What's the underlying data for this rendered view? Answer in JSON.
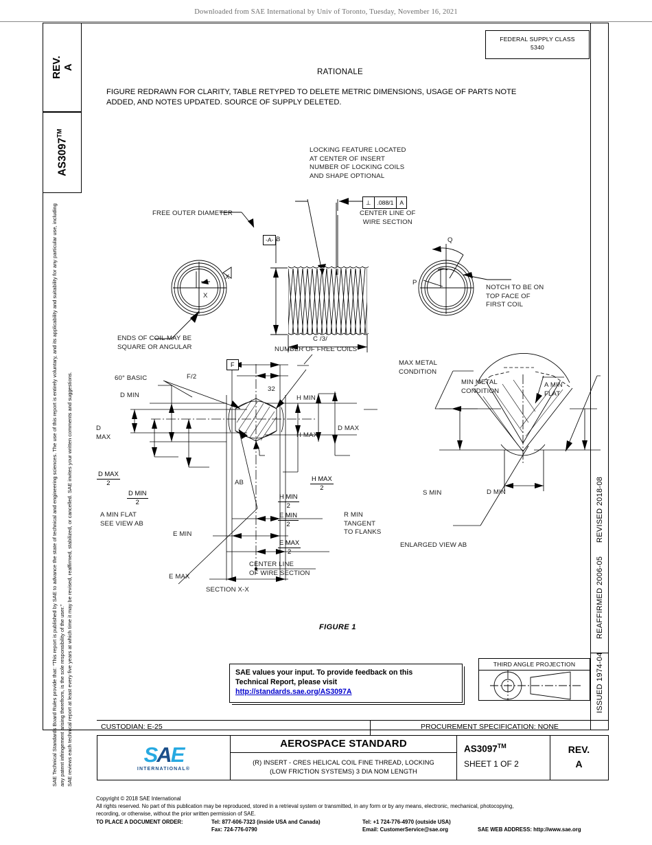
{
  "download_header": "Downloaded from SAE International by Univ of Toronto, Tuesday, November 16, 2021",
  "left_tabs": {
    "rev_label": "REV.",
    "rev_value": "A",
    "doc_number": "AS3097",
    "doc_number_tm": "TM"
  },
  "legal": {
    "paragraph1": "SAE Technical Standards Board Rules provide that: “This report is published by SAE to advance the state of technical and engineering sciences. The use of this report is entirely voluntary, and its applicability and suitability for any particular use, including any patent infringement arising therefrom, is the sole responsibility of the user.”",
    "paragraph2": "SAE reviews each technical report at least every five years at which time it may be revised, reaffirmed, stabilized, or cancelled. SAE invites your written comments and suggestions."
  },
  "dates": {
    "issued": "ISSUED 1974-04",
    "reaffirmed": "REAFFIRMED 2006-05",
    "revised": "REVISED 2018-08"
  },
  "federal_supply_class": {
    "label": "FEDERAL SUPPLY CLASS",
    "value": "5340"
  },
  "rationale": {
    "title": "RATIONALE",
    "body": "FIGURE REDRAWN FOR CLARITY, TABLE RETYPED TO DELETE METRIC DIMENSIONS, USAGE OF PARTS NOTE ADDED, AND NOTES UPDATED. SOURCE OF SUPPLY DELETED."
  },
  "drawing": {
    "figure_label": "FIGURE 1",
    "callouts": {
      "locking_feature": "LOCKING FEATURE LOCATED\nAT CENTER OF INSERT\nNUMBER OF LOCKING COILS\nAND SHAPE OPTIONAL",
      "free_outer_diameter": "FREE OUTER DIAMETER",
      "centerline_wire_section_top": "CENTER LINE OF\nWIRE SECTION",
      "ends_of_coil": "ENDS OF COIL MAY BE\nSQUARE OR ANGULAR",
      "number_of_free_coils": "NUMBER OF FREE COILS",
      "notch": "NOTCH TO BE ON\nTOP FACE OF\nFIRST COIL",
      "section_xx": "SECTION X-X",
      "enlarged_view_ab": "ENLARGED VIEW AB",
      "a_min_flat_see_view": "A MIN FLAT\nSEE VIEW AB",
      "centerline_wire_section_bottom": "CENTER LINE\nOF WIRE SECTION",
      "max_metal": "MAX METAL\nCONDITION",
      "min_metal": "MIN METAL\nCONDITION",
      "a_min_flat": "A MIN\nFLAT",
      "r_min_tangent": "R MIN\nTANGENT\nTO FLANKS"
    },
    "feature_control_frame": {
      "symbol": "⊥",
      "tolerance": ".088/1",
      "datum": "A"
    },
    "datum_a_label": "-A-",
    "f_box_label": "F",
    "dimensions": {
      "b": "B",
      "c": "C /3/",
      "q": "Q",
      "p": "P",
      "x_left": "X",
      "x_right": "X",
      "angle_basic": "60° BASIC",
      "f_half": "F/2",
      "surface_finish": "32",
      "d_min": "D MIN",
      "d_max": "D\nMAX",
      "d_max_right": "D MAX",
      "d_min_right": "D MIN",
      "h_min": "H MIN",
      "h_max": "H MAX",
      "e_min": "E MIN",
      "e_max": "E MAX",
      "s_min": "S MIN",
      "ab": "AB",
      "d_max_over_2_num": "D MAX",
      "d_max_over_2_den": "2",
      "d_min_over_2_num": "D MIN",
      "d_min_over_2_den": "2",
      "h_max_over_2_num": "H MAX",
      "h_max_over_2_den": "2",
      "h_min_over_2_num": "H MIN",
      "h_min_over_2_den": "2",
      "e_min_over_2_num": "E MIN",
      "e_min_over_2_den": "2",
      "e_max_over_2_num": "E MAX",
      "e_max_over_2_den": "2"
    }
  },
  "feedback": {
    "line1": "SAE values your input. To provide feedback on this",
    "line2": "Technical Report, please visit",
    "url": "http://standards.sae.org/AS3097A"
  },
  "third_angle": {
    "title": "THIRD ANGLE PROJECTION"
  },
  "custodian": {
    "left": "CUSTODIAN: E-25",
    "right": "PROCUREMENT SPECIFICATION: NONE"
  },
  "title_block": {
    "standard_type": "AEROSPACE STANDARD",
    "description_line1": "(R) INSERT - CRES HELICAL COIL FINE THREAD, LOCKING",
    "description_line2": "(LOW FRICTION SYSTEMS) 3 DIA NOM LENGTH",
    "doc_number": "AS3097",
    "doc_number_tm": "TM",
    "sheet": "SHEET 1 OF 2",
    "rev_label": "REV.",
    "rev_value": "A",
    "logo_word_s": "S",
    "logo_word_a": "A",
    "logo_word_e": "E",
    "logo_sub": "INTERNATIONAL®"
  },
  "footer": {
    "copyright": "Copyright © 2018 SAE International",
    "rights1": "All rights reserved. No part of this publication may be reproduced, stored in a retrieval system or transmitted, in any form or by any means, electronic, mechanical, photocopying,",
    "rights2": "recording, or otherwise, without the prior written permission of SAE.",
    "order_label": "TO PLACE A DOCUMENT ORDER:",
    "tel_usa": "Tel: 877-606-7323 (inside USA and Canada)",
    "fax": "Fax: 724-776-0790",
    "tel_intl": "Tel: +1 724-776-4970 (outside USA)",
    "email": "Email: CustomerService@sae.org",
    "web": "SAE WEB ADDRESS: http://www.sae.org"
  },
  "colors": {
    "logo_light_blue": "#27A9E1",
    "logo_dark_blue": "#1B4F8A",
    "link_blue": "#0000CC",
    "header_gray": "#6C6C6C"
  }
}
